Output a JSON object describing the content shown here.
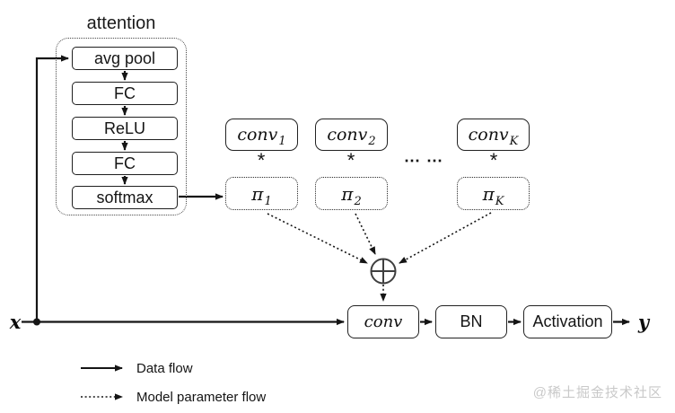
{
  "diagram": {
    "attention_title": "attention",
    "attention_layers": [
      "avg pool",
      "FC",
      "ReLU",
      "FC",
      "softmax"
    ],
    "kernels": [
      {
        "base": "conv",
        "sub": "1"
      },
      {
        "base": "conv",
        "sub": "2"
      },
      {
        "base": "conv",
        "sub": "K"
      }
    ],
    "multiply_symbol": "*",
    "ellipsis": "⋯ ⋯",
    "weights": [
      {
        "base": "π",
        "sub": "1"
      },
      {
        "base": "π",
        "sub": "2"
      },
      {
        "base": "π",
        "sub": "K"
      }
    ],
    "sum_symbol": "⊕",
    "pipeline": [
      {
        "label": "conv"
      },
      {
        "label": "BN"
      },
      {
        "label": "Activation"
      }
    ],
    "input_label": "x",
    "output_label": "y"
  },
  "legend": {
    "data_flow": "Data flow",
    "param_flow": "Model parameter flow"
  },
  "watermark": "@稀土掘金技术社区",
  "colors": {
    "line": "#151515",
    "box_border": "#1f1f1f",
    "sum_symbol": "#3f3f3f",
    "watermark": "#c9c9c9",
    "background": "#ffffff"
  }
}
